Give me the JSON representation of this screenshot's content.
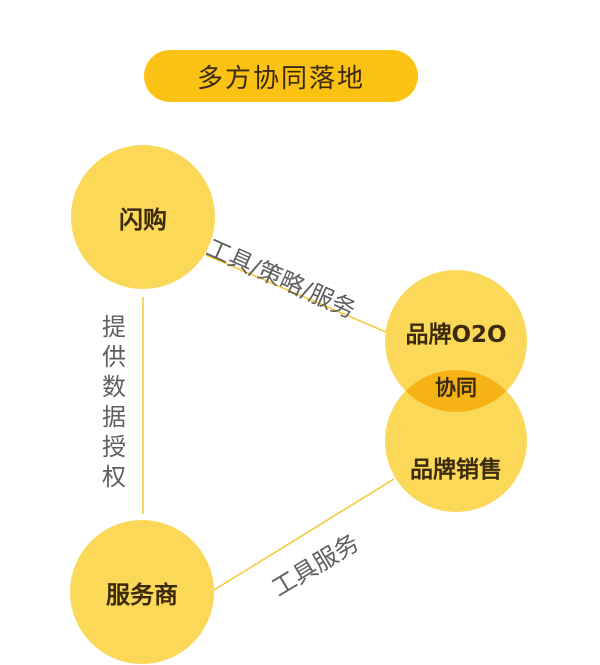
{
  "title": "多方协同落地",
  "nodes": {
    "flash": "闪购",
    "provider": "服务商",
    "brand_o2o": "品牌O2O",
    "brand_sales": "品牌销售",
    "overlap": "协同"
  },
  "edges": {
    "flash_to_brand": "工具/策略/服务",
    "flash_to_provider": "提供数据授权",
    "provider_to_brand": "工具服务"
  },
  "colors": {
    "title_bg": "#fbc213",
    "circle": "#fbd857",
    "overlap": "#f6b315",
    "line": "#f5c832"
  }
}
